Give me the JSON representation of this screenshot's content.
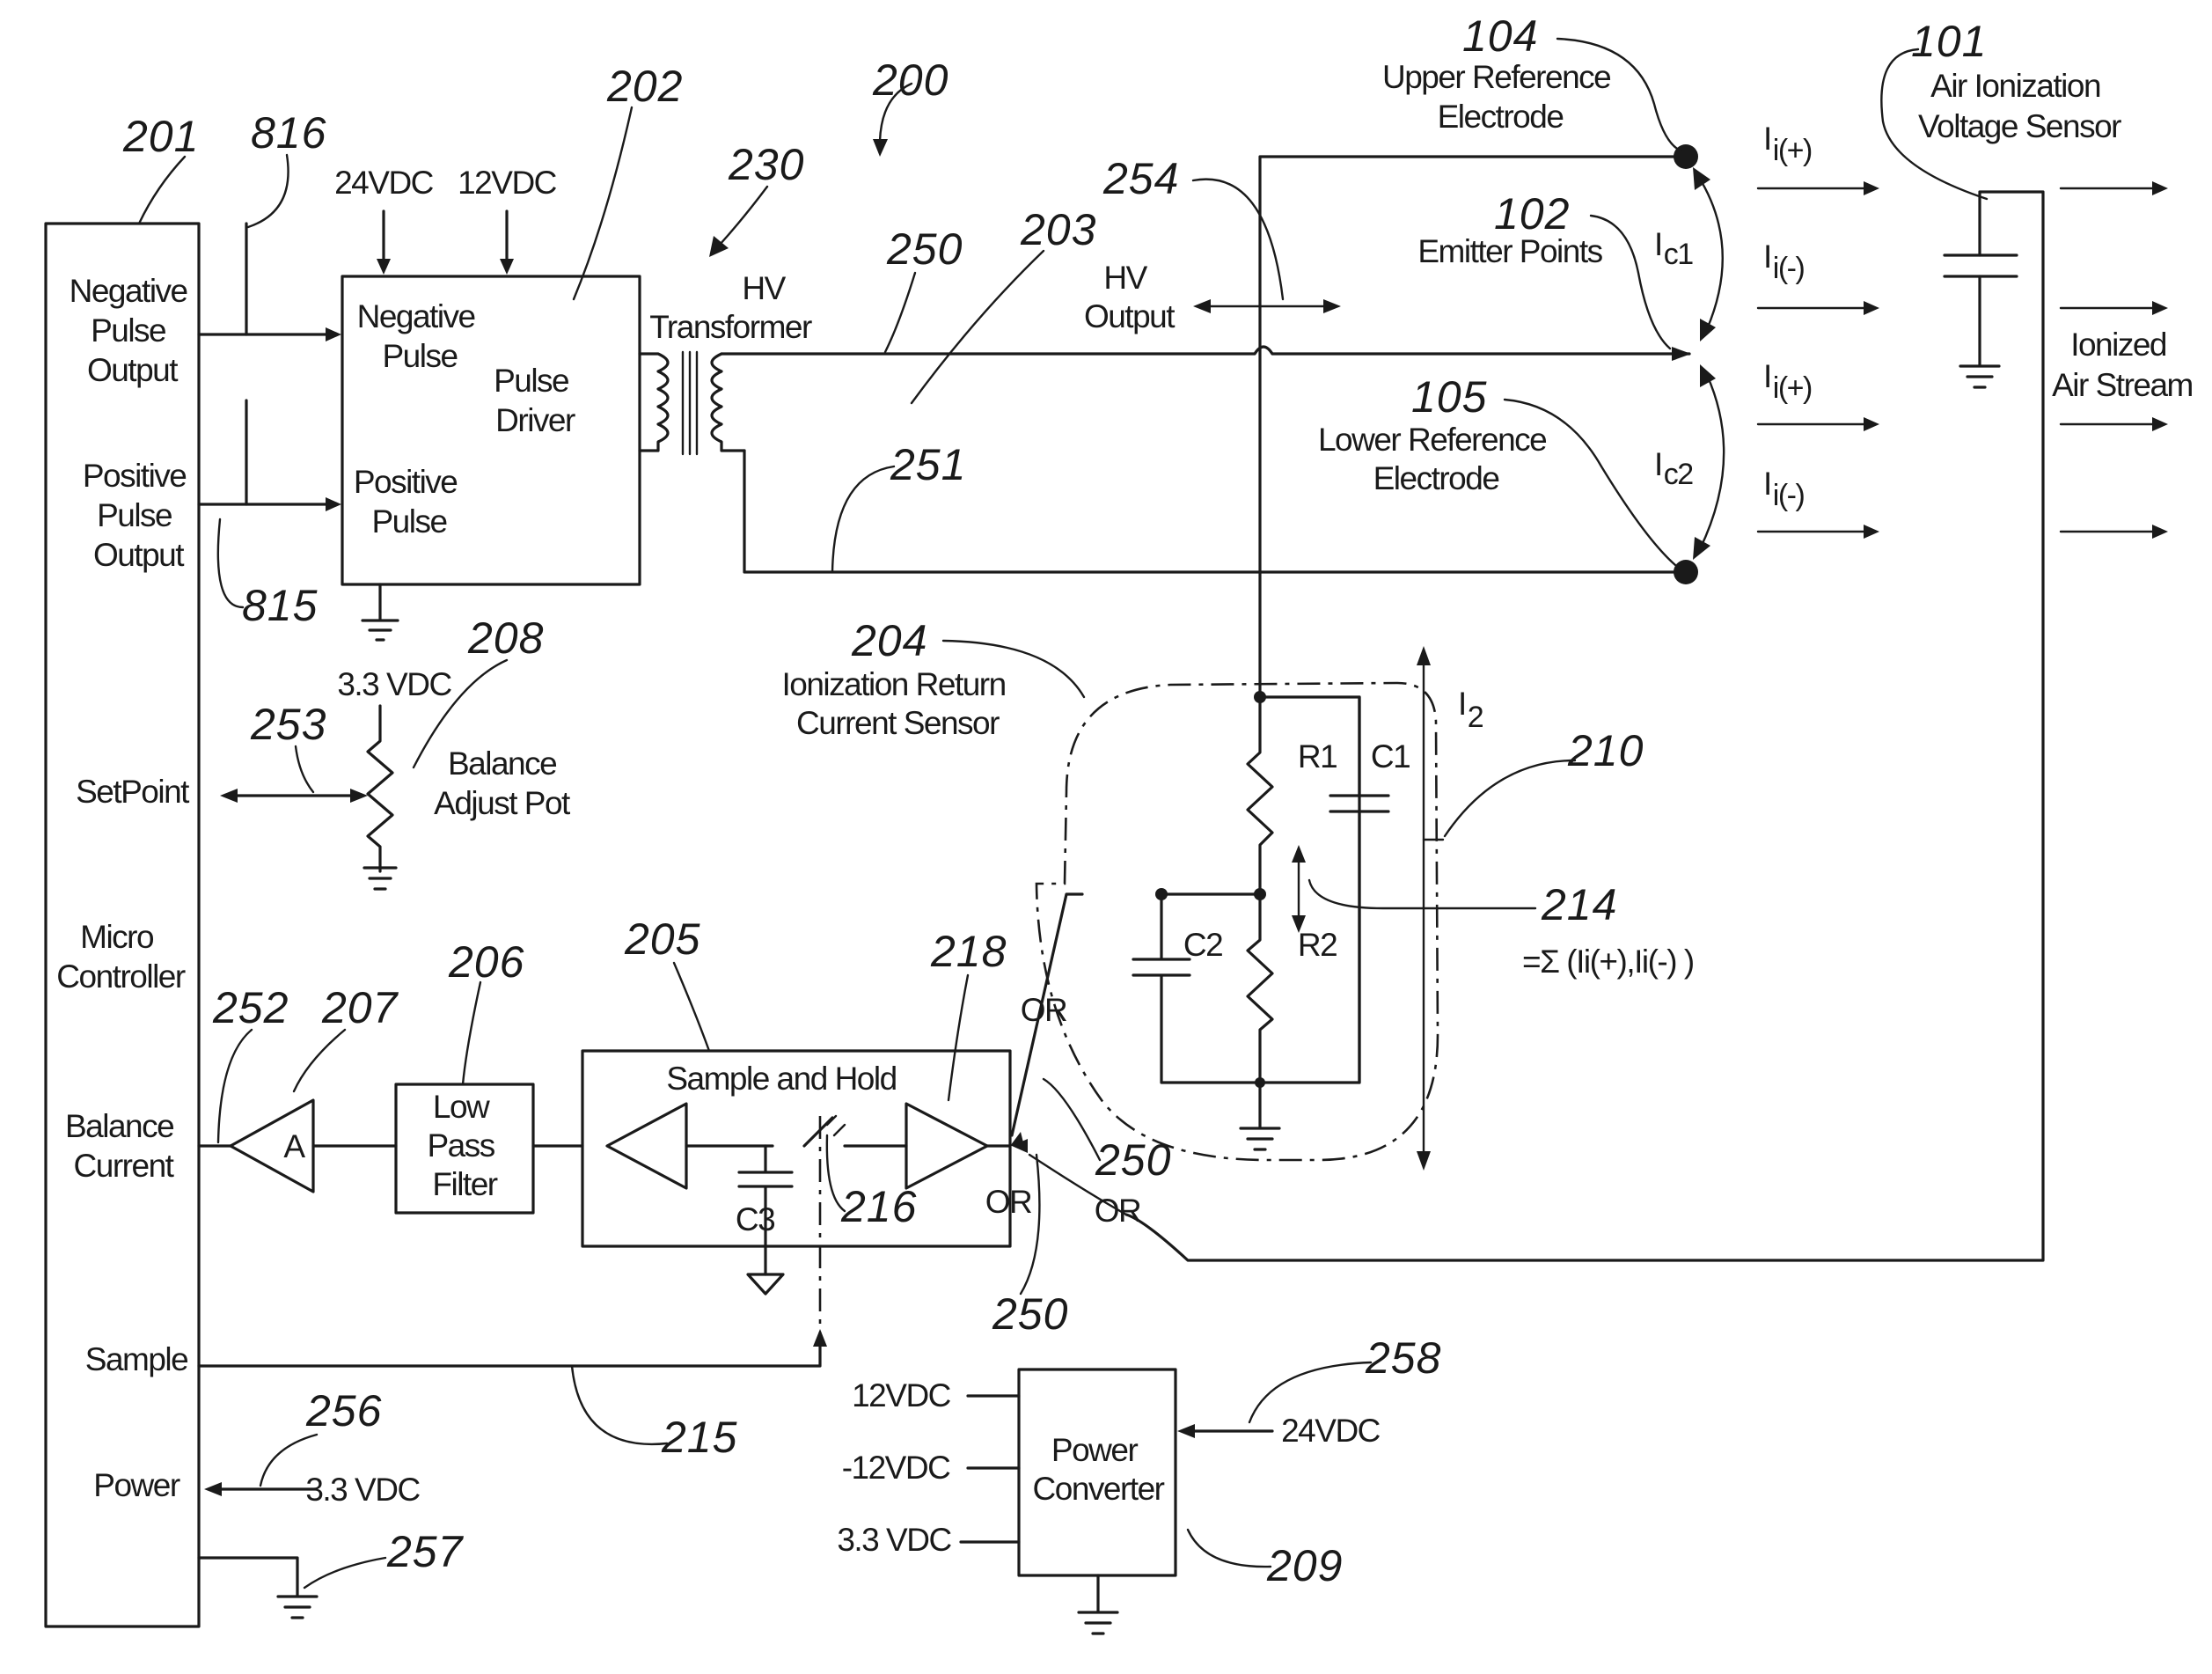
{
  "refs": {
    "r101": "101",
    "r102": "102",
    "r104": "104",
    "r105": "105",
    "r200": "200",
    "r201": "201",
    "r202": "202",
    "r203": "203",
    "r204": "204",
    "r205": "205",
    "r206": "206",
    "r207": "207",
    "r208": "208",
    "r209": "209",
    "r210": "210",
    "r214": "214",
    "r215": "215",
    "r216": "216",
    "r218": "218",
    "r230": "230",
    "r250a": "250",
    "r250b": "250",
    "r250c": "250",
    "r251": "251",
    "r252": "252",
    "r253": "253",
    "r254": "254",
    "r256": "256",
    "r257": "257",
    "r258": "258",
    "r815": "815",
    "r816": "816"
  },
  "micro": {
    "neg_out": [
      "Negative",
      "Pulse",
      "Output"
    ],
    "pos_out": [
      "Positive",
      "Pulse",
      "Output"
    ],
    "setpoint": "SetPoint",
    "name": [
      "Micro",
      "Controller"
    ],
    "balance": [
      "Balance",
      "Current"
    ],
    "sample": "Sample",
    "power": "Power"
  },
  "driver": {
    "v24": "24VDC",
    "v12": "12VDC",
    "neg": [
      "Negative",
      "Pulse"
    ],
    "name": [
      "Pulse",
      "Driver"
    ],
    "pos": [
      "Positive",
      "Pulse"
    ]
  },
  "transformer": [
    "HV",
    "Transformer"
  ],
  "hv_output": [
    "HV",
    "Output"
  ],
  "upper_electrode": [
    "Upper Reference",
    "Electrode"
  ],
  "emitter": "Emitter Points",
  "lower_electrode": [
    "Lower Reference",
    "Electrode"
  ],
  "sensor": [
    "Air Ionization",
    "Voltage Sensor"
  ],
  "stream": [
    "Ionized",
    "Air Stream"
  ],
  "currents": {
    "i_main": "I",
    "sub_pos": "i(+)",
    "sub_neg": "i(-)",
    "ic_main": "I",
    "sub_c1": "c1",
    "sub_c2": "c2",
    "i2_main": "I",
    "sub_2": "2"
  },
  "pot": {
    "v": "3.3 VDC",
    "name": [
      "Balance",
      "Adjust Pot"
    ]
  },
  "return_sensor": [
    "Ionization Return",
    "Current Sensor"
  ],
  "components": {
    "r1": "R1",
    "r2": "R2",
    "c1": "C1",
    "c2": "C2",
    "c3": "C3",
    "amp": "A"
  },
  "sum": "=Σ (Ii(+),Ii(-) )",
  "or_label": "OR",
  "sample_hold": "Sample and Hold",
  "lpf": [
    "Low",
    "Pass",
    "Filter"
  ],
  "power_conv": {
    "name": [
      "Power",
      "Converter"
    ],
    "v12": "12VDC",
    "vn12": "-12VDC",
    "v33": "3.3 VDC",
    "v24": "24VDC"
  },
  "power_in": "3.3 VDC"
}
